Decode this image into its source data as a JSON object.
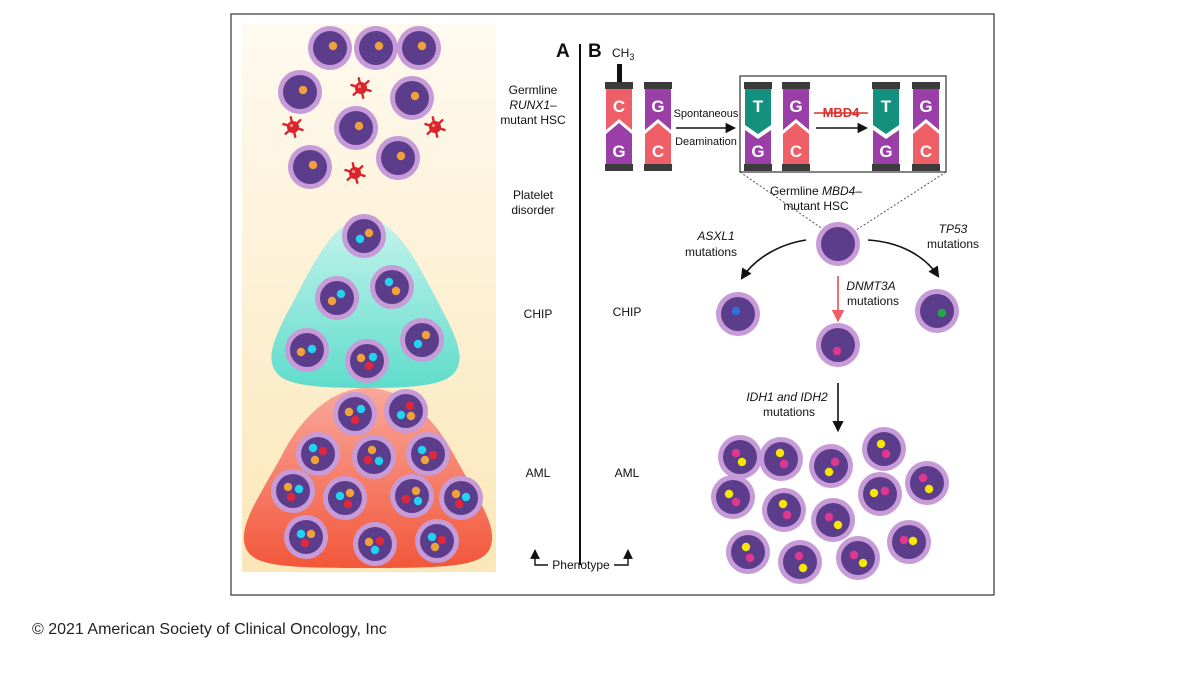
{
  "panel_a": {
    "label": "A",
    "germline_line1": "Germline",
    "germline_gene": "RUNX1",
    "germline_dash": "–",
    "germline_line3": "mutant HSC",
    "platelet_line1": "Platelet",
    "platelet_line2": "disorder",
    "chip": "CHIP",
    "aml": "AML"
  },
  "panel_b": {
    "label": "B",
    "ch3_main": "CH",
    "ch3_sub": "3",
    "spontaneous": "Spontaneous",
    "deamination": "Deamination",
    "enzyme": "MBD4",
    "germline_prefix": "Germline ",
    "germline_gene": "MBD4",
    "germline_suffix": "–",
    "mutant_hsc": "mutant HSC",
    "asxl1_gene": "ASXL1",
    "asxl1_word": "mutations",
    "tp53_gene": "TP53",
    "tp53_word": "mutations",
    "dnmt3a_gene": "DNMT3A",
    "dnmt3a_word": "mutations",
    "idh_gene": "IDH1 and IDH2",
    "idh_word": "mutations",
    "chip": "CHIP",
    "aml": "AML",
    "bases": [
      "C",
      "G",
      "G",
      "C",
      "T",
      "G",
      "G",
      "C",
      "T",
      "G",
      "G",
      "C"
    ]
  },
  "phenotype": "Phenotype",
  "copyright": "© 2021 American Society of Clinical Oncology, Inc",
  "colors": {
    "cell_outer": "#c79ad8",
    "cell_inner": "#5c3d8c",
    "orange_dot": "#f0a23a",
    "cyan_dot": "#22d3f0",
    "red_dot": "#e0283a",
    "yellow_dot": "#f6e600",
    "magenta_dot": "#e0388f",
    "blue_dot": "#2f6fd8",
    "green_dot": "#21a845",
    "base_purple": "#9b3fa8",
    "base_pink": "#ef5f68",
    "base_teal": "#13907e",
    "platelet": "#d9242b",
    "dnmt3a_arrow": "#ef5f68"
  }
}
